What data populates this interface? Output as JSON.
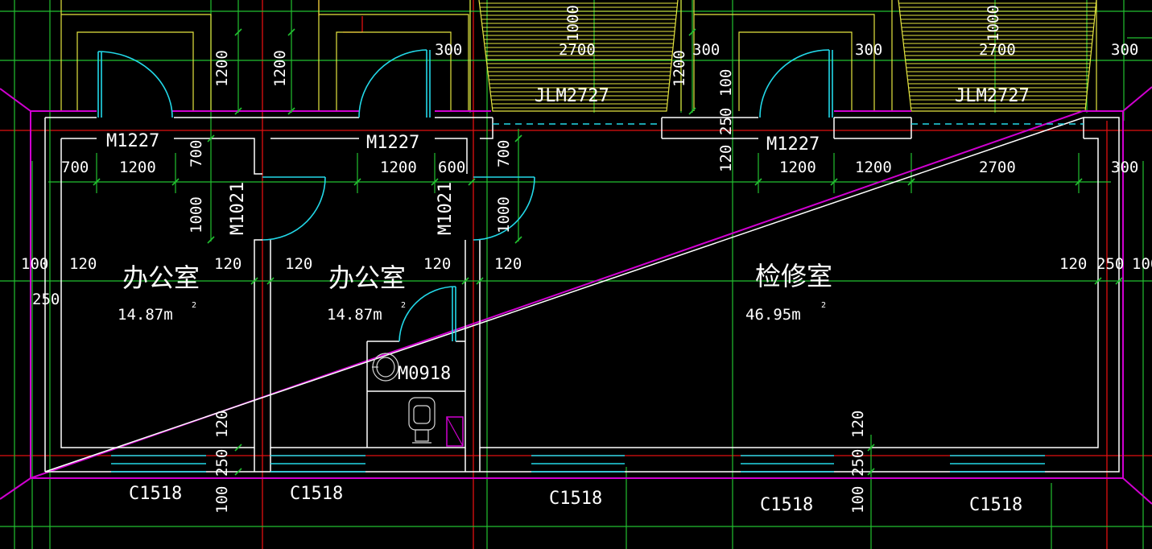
{
  "rooms": [
    {
      "name": "办公室",
      "area": "14.87m",
      "unit": "2"
    },
    {
      "name": "办公室",
      "area": "14.87m",
      "unit": "2"
    },
    {
      "name": "检修室",
      "area": "46.95m",
      "unit": "2"
    }
  ],
  "doors": {
    "m1227": "M1227",
    "m1021": "M1021",
    "m0918": "M0918",
    "jlm2727": "JLM2727"
  },
  "windows": {
    "c1518": "C1518"
  },
  "dims": {
    "d100": "100",
    "d120": "120",
    "d250": "250",
    "d300": "300",
    "d600": "600",
    "d700": "700",
    "d1000": "1000",
    "d1200": "1200",
    "d2700": "2700"
  },
  "colors": {
    "background": "#000000",
    "wall": "#ffffff",
    "axis": "#e01010",
    "dimension": "#22c030",
    "outline": "#d000d0",
    "opening": "#22d8e8",
    "ramp": "#e6e640"
  }
}
